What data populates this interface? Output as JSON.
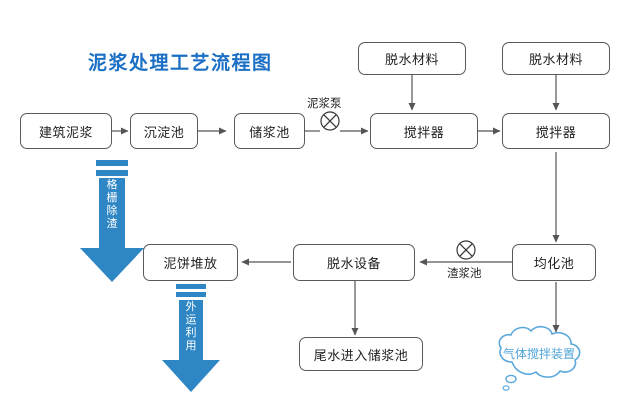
{
  "title": {
    "text": "泥浆处理工艺流程图",
    "color": "#1B6FC4"
  },
  "theme": {
    "background": "#ffffff",
    "box_border": "#5a5a5a",
    "box_text": "#222222",
    "connector": "#555555",
    "accent_blue": "#2E86C4",
    "cloud_stroke": "#5BA8DC",
    "cloud_text": "#4FA3D8"
  },
  "nodes": [
    {
      "id": "construction-slurry",
      "label": "建筑泥浆"
    },
    {
      "id": "sedimentation-tank",
      "label": "沉淀池"
    },
    {
      "id": "slurry-storage-tank",
      "label": "储浆池"
    },
    {
      "id": "mixer-1",
      "label": "搅拌器"
    },
    {
      "id": "mixer-2",
      "label": "搅拌器"
    },
    {
      "id": "dewatering-material-1",
      "label": "脱水材料"
    },
    {
      "id": "dewatering-material-2",
      "label": "脱水材料"
    },
    {
      "id": "homogenization-tank",
      "label": "均化池"
    },
    {
      "id": "dewatering-equipment",
      "label": "脱水设备"
    },
    {
      "id": "mud-cake-stacking",
      "label": "泥饼堆放"
    },
    {
      "id": "tailwater-to-storage",
      "label": "尾水进入储浆池"
    }
  ],
  "edge_labels": [
    {
      "id": "slurry-pump",
      "text": "泥浆泵"
    },
    {
      "id": "residue-slurry-pit",
      "text": "渣浆池"
    }
  ],
  "fat_arrows": [
    {
      "id": "grate-deslagging",
      "text": "格栅除渣",
      "chars": [
        "格",
        "栅",
        "除",
        "渣"
      ]
    },
    {
      "id": "external-transport-use",
      "text": "外运利用",
      "chars": [
        "外",
        "运",
        "利",
        "用"
      ]
    }
  ],
  "callout": {
    "id": "gas-mixing-device",
    "text": "气体搅拌装置"
  },
  "pump_symbol": "⊗"
}
